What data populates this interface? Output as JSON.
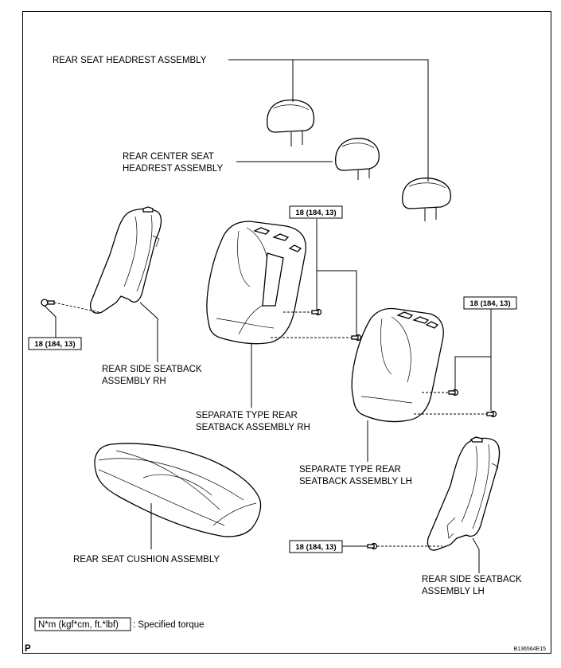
{
  "labels": {
    "rear_seat_headrest": "REAR SEAT HEADREST ASSEMBLY",
    "rear_center_headrest_line1": "REAR CENTER SEAT",
    "rear_center_headrest_line2": "HEADREST ASSEMBLY",
    "rear_side_seatback_rh_line1": "REAR SIDE SEATBACK",
    "rear_side_seatback_rh_line2": "ASSEMBLY RH",
    "separate_rh_line1": "SEPARATE TYPE REAR",
    "separate_rh_line2": "SEATBACK ASSEMBLY RH",
    "separate_lh_line1": "SEPARATE TYPE REAR",
    "separate_lh_line2": "SEATBACK ASSEMBLY LH",
    "rear_seat_cushion": "REAR SEAT CUSHION ASSEMBLY",
    "rear_side_seatback_lh_line1": "REAR SIDE SEATBACK",
    "rear_side_seatback_lh_line2": "ASSEMBLY LH"
  },
  "torque": {
    "value": "18 (184, 13)"
  },
  "legend": {
    "unit_box": "N*m (kgf*cm, ft.*lbf)",
    "description": ": Specified torque"
  },
  "footer": {
    "corner_letter": "P",
    "figure_code": "B136564E15"
  }
}
